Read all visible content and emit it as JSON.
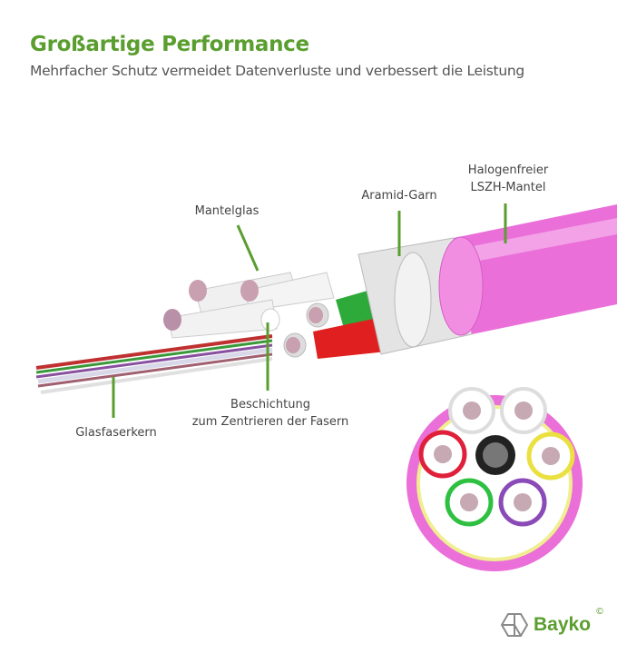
{
  "header": {
    "title": "Großartige Performance",
    "subtitle": "Mehrfacher Schutz vermeidet Datenverluste und verbessert die Leistung"
  },
  "labels": {
    "jacket_line1": "Halogenfreier",
    "jacket_line2": "LSZH-Mantel",
    "aramid": "Aramid-Garn",
    "cladding": "Mantelglas",
    "coating_line1": "Beschichtung",
    "coating_line2": "zum Zentrieren der Fasern",
    "core": "Glasfaserkern"
  },
  "brand": {
    "name": "Bayko",
    "copyright": "©"
  },
  "colors": {
    "accent": "#5a9e2f",
    "jacket": "#e86fd6",
    "text": "#555555"
  }
}
